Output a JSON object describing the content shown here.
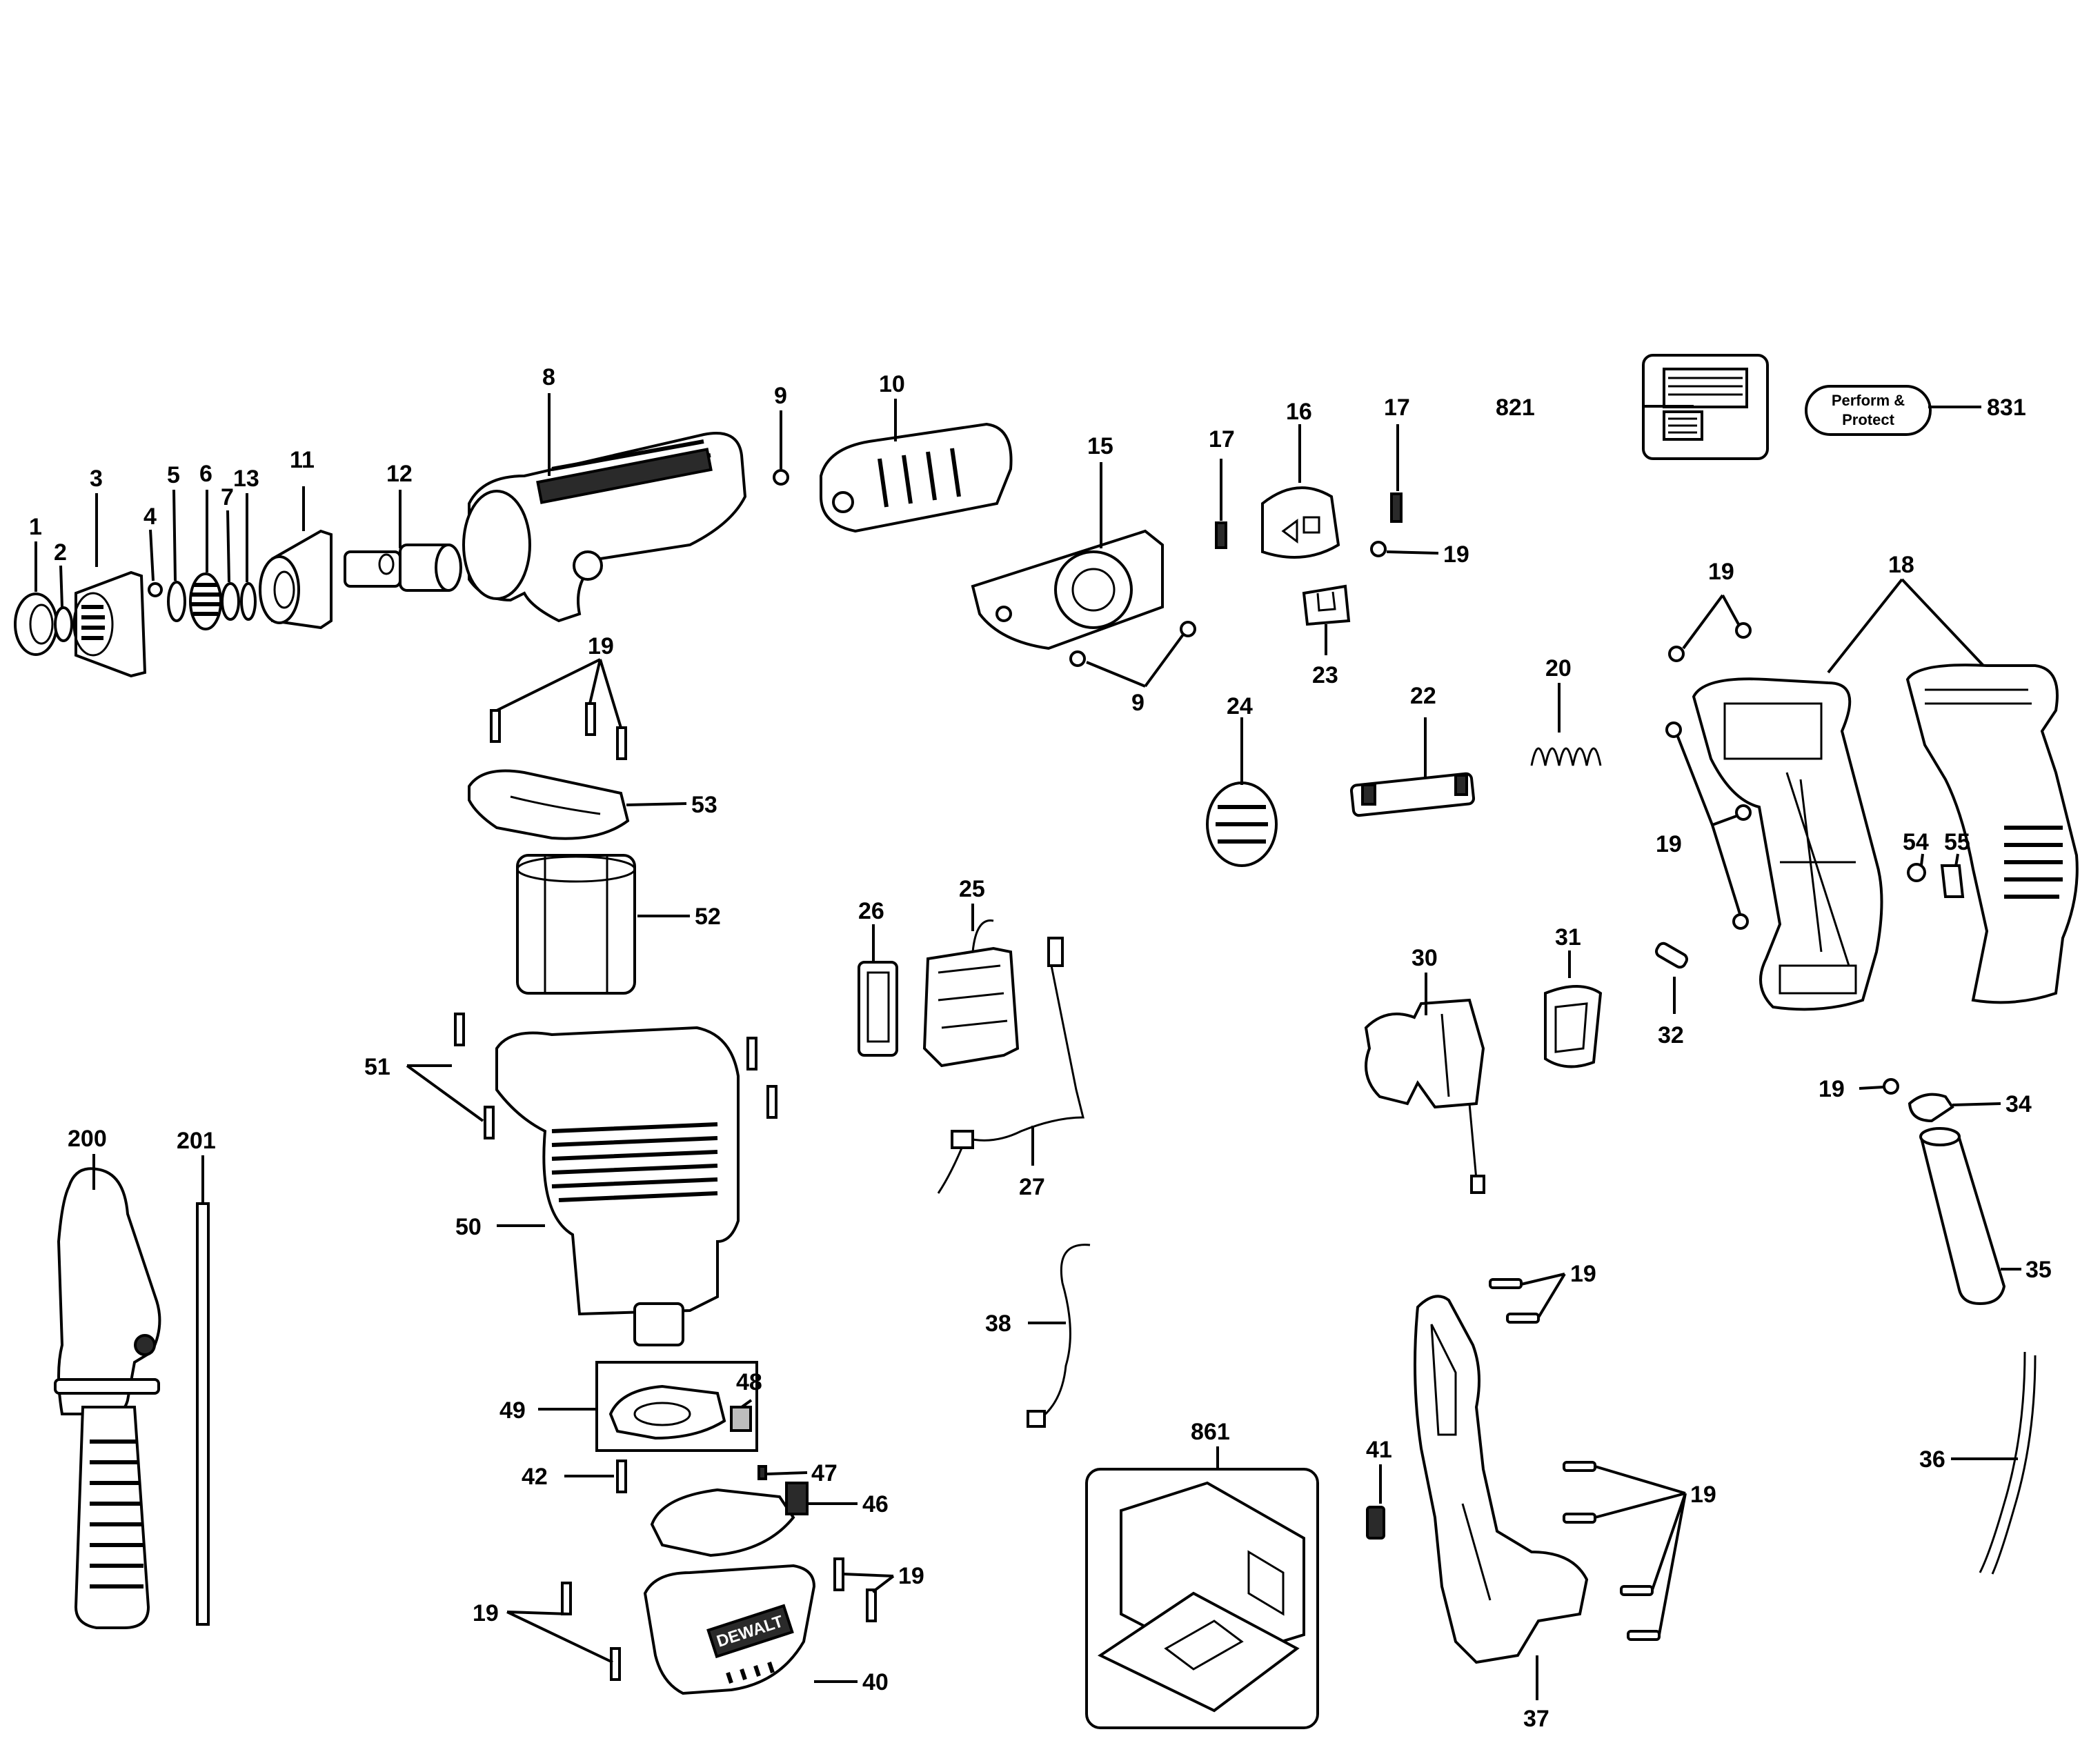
{
  "callouts": {
    "c1": "1",
    "c2": "2",
    "c3": "3",
    "c4": "4",
    "c5": "5",
    "c6": "6",
    "c7": "7",
    "c8": "8",
    "c9a": "9",
    "c9b": "9",
    "c10": "10",
    "c11": "11",
    "c12": "12",
    "c13": "13",
    "c15": "15",
    "c16": "16",
    "c17a": "17",
    "c17b": "17",
    "c18": "18",
    "c19a": "19",
    "c19b": "19",
    "c19c": "19",
    "c19d": "19",
    "c19e": "19",
    "c19f": "19",
    "c19g": "19",
    "c19h": "19",
    "c19i": "19",
    "c20": "20",
    "c22": "22",
    "c23": "23",
    "c24": "24",
    "c25": "25",
    "c26": "26",
    "c27": "27",
    "c30": "30",
    "c31": "31",
    "c32": "32",
    "c34": "34",
    "c35": "35",
    "c36": "36",
    "c37": "37",
    "c38": "38",
    "c40": "40",
    "c41": "41",
    "c42": "42",
    "c46": "46",
    "c47": "47",
    "c48": "48",
    "c49": "49",
    "c50": "50",
    "c51": "51",
    "c52": "52",
    "c53": "53",
    "c54": "54",
    "c55": "55",
    "c200": "200",
    "c201": "201",
    "c821": "821",
    "c831": "831",
    "c861": "861"
  },
  "badge": {
    "line1": "Perform &",
    "line2": "Protect"
  },
  "brand": {
    "label": "DEWALT"
  }
}
